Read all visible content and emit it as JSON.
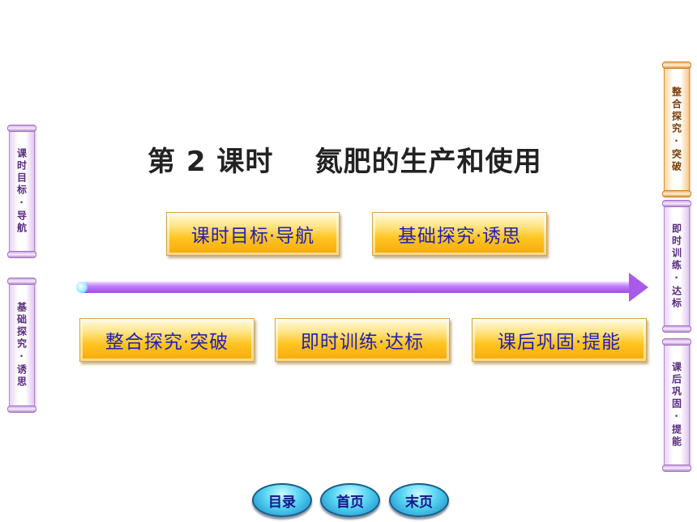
{
  "title": "第 2 课时    氮肥的生产和使用",
  "left_tabs": {
    "first": "课时目标·导航",
    "second": "基础探究·诱思"
  },
  "right_tabs": {
    "first": "整合探究·突破",
    "second": "即时训练·达标",
    "third": "课后巩固·提能"
  },
  "buttons": {
    "goals": "课时目标·导航",
    "basics": "基础探究·诱思",
    "integration": "整合探究·突破",
    "training": "即时训练·达标",
    "consolidation": "课后巩固·提能"
  },
  "nav": {
    "contents": "目录",
    "first_page": "首页",
    "last_page": "末页"
  },
  "colors": {
    "button_text": "#1f1fb8",
    "arrow": "#a95ae8",
    "gold": "#ffc41f"
  }
}
